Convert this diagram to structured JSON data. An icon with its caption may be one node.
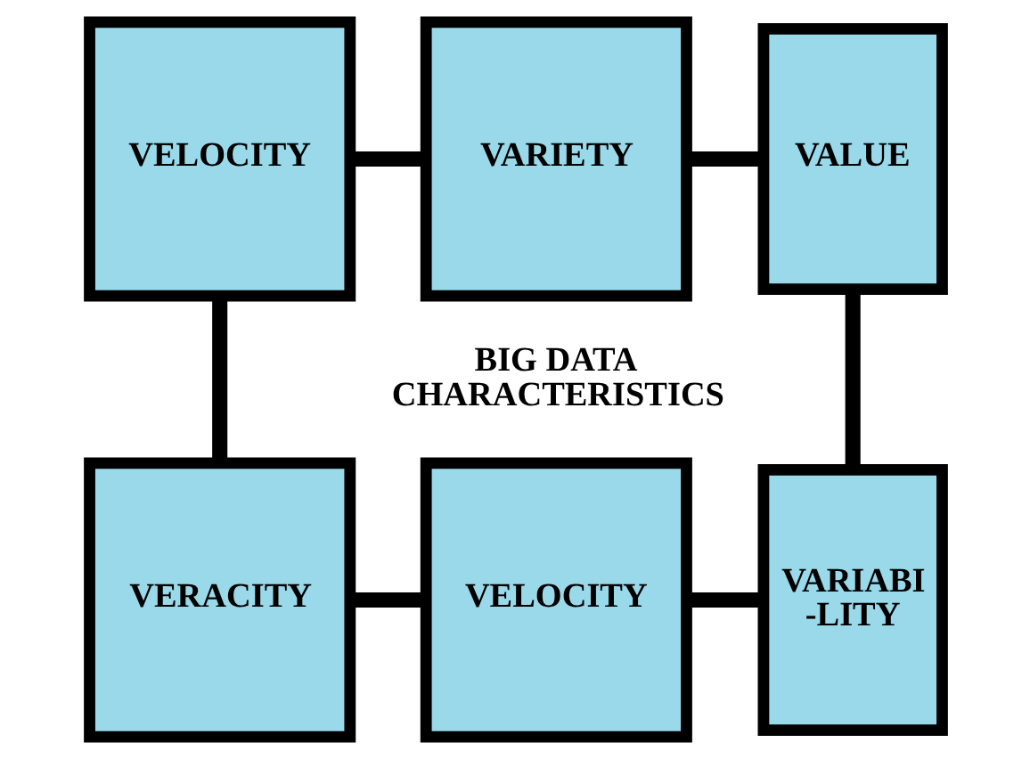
{
  "diagram": {
    "nodes": [
      {
        "text": [
          "VELOCITY"
        ]
      },
      {
        "text": [
          "VARIETY"
        ]
      },
      {
        "text": [
          "VALUE"
        ]
      },
      {
        "text": [
          "VERACITY"
        ]
      },
      {
        "text": [
          "VELOCITY"
        ]
      },
      {
        "text": [
          "VARIABI -LITY"
        ]
      }
    ],
    "edges": [
      {
        "from": 0,
        "to": 1,
        "arrow": "none"
      },
      {
        "from": 1,
        "to": 2,
        "arrow": "none"
      },
      {
        "from": 0,
        "to": 3,
        "arrow": "none"
      },
      {
        "from": 2,
        "to": 5,
        "arrow": "none"
      },
      {
        "from": 3,
        "to": 4,
        "arrow": "none"
      },
      {
        "from": 4,
        "to": 5,
        "arrow": "none"
      }
    ],
    "labels": [
      "BIG DATA CHARACTERISTICS"
    ]
  }
}
